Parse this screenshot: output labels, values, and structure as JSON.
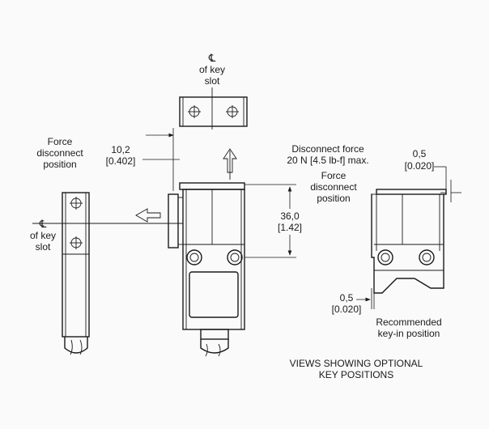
{
  "centerline_symbol": "℄",
  "top_keyslot": {
    "line1": "of key",
    "line2": "slot"
  },
  "left_keyslot": {
    "line1": "of key",
    "line2": "slot"
  },
  "force_left": {
    "line1": "Force",
    "line2": "disconnect",
    "line3": "position"
  },
  "dim_horizontal": {
    "metric": "10,2",
    "imperial": "[0.402]"
  },
  "disconnect_force": {
    "line1": "Disconnect force",
    "line2": "20 N [4.5 lb-f] max."
  },
  "force_right": {
    "line1": "Force",
    "line2": "disconnect",
    "line3": "position"
  },
  "dim_vertical": {
    "metric": "36,0",
    "imperial": "[1.42]"
  },
  "dim_gap_top": {
    "metric": "0,5",
    "imperial": "[0.020]"
  },
  "dim_gap_bottom": {
    "metric": "0,5",
    "imperial": "[0.020]"
  },
  "recommended": {
    "line1": "Recommended",
    "line2": "key-in position"
  },
  "views_caption": {
    "line1": "VIEWS SHOWING OPTIONAL",
    "line2": "KEY POSITIONS"
  }
}
